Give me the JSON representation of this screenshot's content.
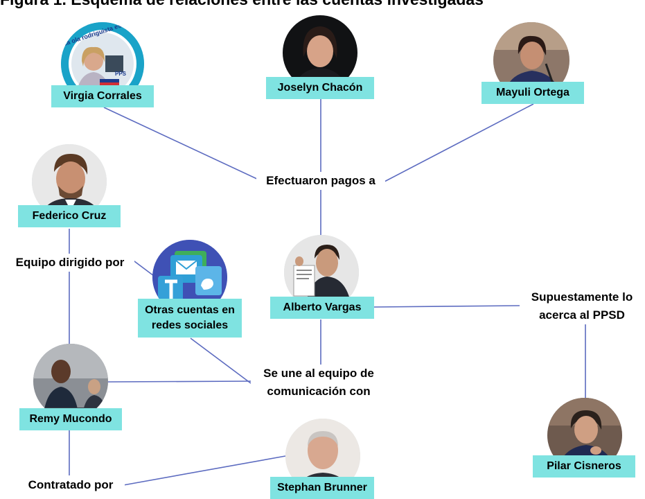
{
  "header": {
    "title": "Figura 1. Esquema de relaciones entre las cuentas investigadas"
  },
  "people": {
    "virgia": {
      "name": "Virgia Corrales",
      "badge_text": "La ola rodriguista está creciendo",
      "badge_sub": "PPS"
    },
    "joselyn": {
      "name": "Joselyn Chacón"
    },
    "mayuli": {
      "name": "Mayuli Ortega"
    },
    "federico": {
      "name": "Federico Cruz"
    },
    "alberto": {
      "name": "Alberto Vargas"
    },
    "remy": {
      "name": "Remy Mucondo"
    },
    "stephan": {
      "name": "Stephan Brunner"
    },
    "pilar": {
      "name": "Pilar Cisneros"
    }
  },
  "accounts": {
    "label": "Otras cuentas en redes sociales"
  },
  "relations": {
    "pagos": "Efectuaron pagos a",
    "dirigido": "Equipo dirigido por",
    "equipo_line1": "Se une al equipo de",
    "equipo_line2": "comunicación con",
    "acerca_line1": "Supuestamente lo",
    "acerca_line2": "acerca al PPSD",
    "contratado": "Contratado por"
  },
  "colors": {
    "box": "#7fe3e1",
    "edge": "#5c6bc0"
  }
}
